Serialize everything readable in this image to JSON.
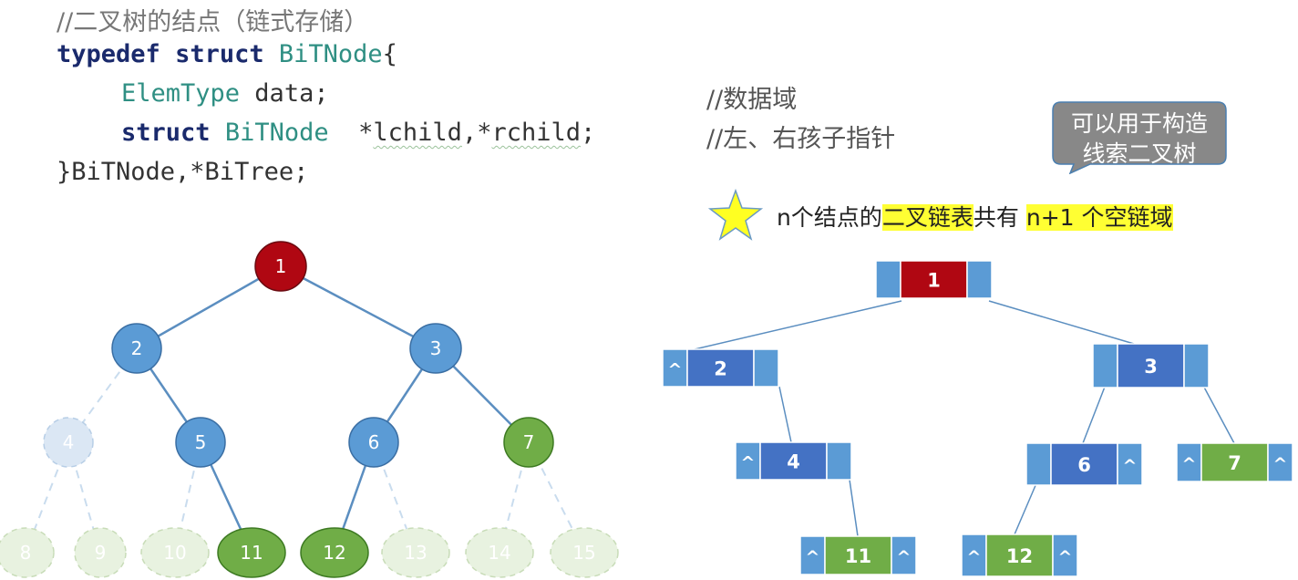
{
  "code": {
    "comment_title": "//二叉树的结点（链式存储）",
    "line1": {
      "kw1": "typedef",
      "kw2": "struct",
      "type": "BiTNode",
      "brace": "{"
    },
    "line2": {
      "type": "ElemType",
      "rest": " data;",
      "comment": "//数据域"
    },
    "line3": {
      "kw": "struct",
      "type": "BiTNode",
      "ptr1": "*",
      "lchild": "lchild",
      "comma": ",*",
      "rchild": "rchild",
      "semi": ";",
      "comment": "//左、右孩子指针"
    },
    "line4": {
      "text": "}BiTNode,*BiTree;"
    }
  },
  "callout": {
    "line1": "可以用于构造",
    "line2": "线索二叉树",
    "fill": "#888888"
  },
  "note": {
    "pre": "n个结点的",
    "hl1": "二叉链表",
    "mid": "共有",
    "hl2": "n+1 个空链域",
    "star_color": "#ffff22"
  },
  "colors": {
    "red": "#b00712",
    "blue": "#5b9bd5",
    "green": "#70ad47",
    "dark_blue": "#4472c4"
  },
  "tree": {
    "nodes": [
      {
        "id": "1",
        "state": "red"
      },
      {
        "id": "2",
        "state": "blue"
      },
      {
        "id": "3",
        "state": "blue"
      },
      {
        "id": "4",
        "state": "faded"
      },
      {
        "id": "5",
        "state": "blue"
      },
      {
        "id": "6",
        "state": "blue"
      },
      {
        "id": "7",
        "state": "green"
      },
      {
        "id": "8",
        "state": "faded"
      },
      {
        "id": "9",
        "state": "faded"
      },
      {
        "id": "10",
        "state": "faded"
      },
      {
        "id": "11",
        "state": "green"
      },
      {
        "id": "12",
        "state": "green"
      },
      {
        "id": "13",
        "state": "faded"
      },
      {
        "id": "14",
        "state": "faded"
      },
      {
        "id": "15",
        "state": "faded"
      }
    ]
  },
  "linked_tree": {
    "null_symbol": "^",
    "nodes": [
      {
        "label": "1",
        "color": "red",
        "left_null": false,
        "right_null": false
      },
      {
        "label": "2",
        "color": "blue",
        "left_null": true,
        "right_null": false
      },
      {
        "label": "3",
        "color": "blue",
        "left_null": false,
        "right_null": false
      },
      {
        "label": "4",
        "color": "blue",
        "left_null": true,
        "right_null": false
      },
      {
        "label": "6",
        "color": "blue",
        "left_null": false,
        "right_null": true
      },
      {
        "label": "7",
        "color": "green",
        "left_null": true,
        "right_null": true
      },
      {
        "label": "11",
        "color": "green",
        "left_null": true,
        "right_null": true
      },
      {
        "label": "12",
        "color": "green",
        "left_null": true,
        "right_null": true
      }
    ]
  }
}
